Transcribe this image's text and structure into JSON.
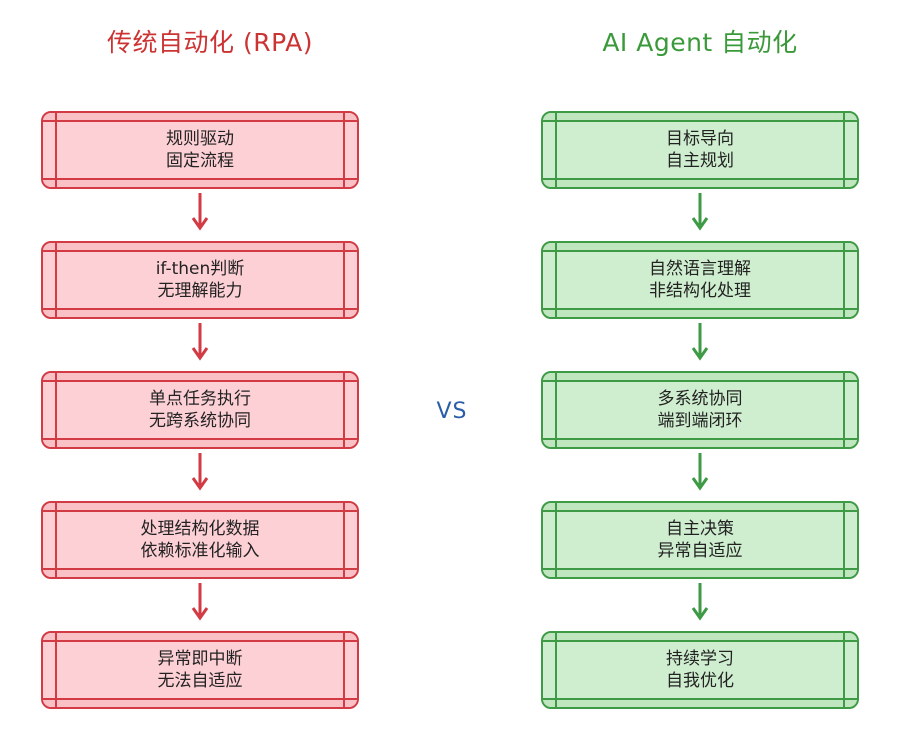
{
  "left_column": {
    "title": "传统自动化 (RPA)",
    "color": "#d23a44",
    "steps": [
      {
        "line1": "规则驱动",
        "line2": "固定流程"
      },
      {
        "line1": "if-then判断",
        "line2": "无理解能力"
      },
      {
        "line1": "单点任务执行",
        "line2": "无跨系统协同"
      },
      {
        "line1": "处理结构化数据",
        "line2": "依赖标准化输入"
      },
      {
        "line1": "异常即中断",
        "line2": "无法自适应"
      }
    ]
  },
  "right_column": {
    "title": "AI Agent 自动化",
    "color": "#3e9a45",
    "steps": [
      {
        "line1": "目标导向",
        "line2": "自主规划"
      },
      {
        "line1": "自然语言理解",
        "line2": "非结构化处理"
      },
      {
        "line1": "多系统协同",
        "line2": "端到端闭环"
      },
      {
        "line1": "自主决策",
        "line2": "异常自适应"
      },
      {
        "line1": "持续学习",
        "line2": "自我优化"
      }
    ]
  },
  "vs_label": "VS",
  "colors": {
    "red_fill": "#fdd0d5",
    "green_fill": "#cfeecf",
    "vs": "#2a5ea8"
  }
}
